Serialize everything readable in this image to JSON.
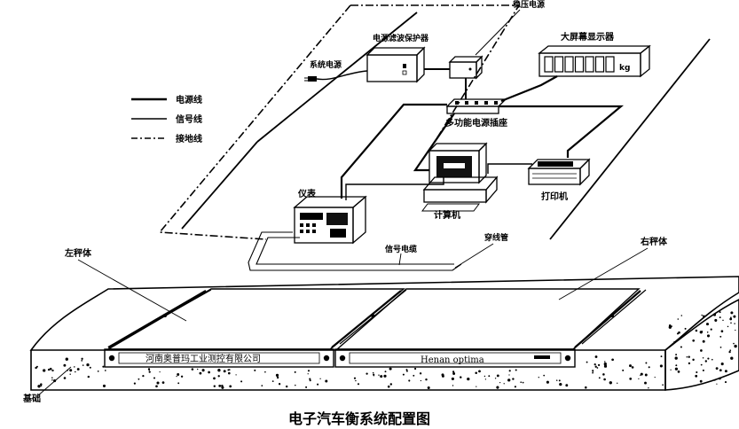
{
  "legend": {
    "power_line": "电源线",
    "signal_line": "信号线",
    "ground_line": "接地线"
  },
  "labels": {
    "system_power": "系统电源",
    "surge_protector": "电源滤波保护器",
    "voltage_regulator": "稳压电源",
    "big_display": "大屏幕显示器",
    "display_unit": "kg",
    "multi_socket": "多功能电源插座",
    "indicator": "仪表",
    "computer": "计算机",
    "printer": "打印机",
    "signal_cable": "信号电缆",
    "conduit": "穿线管",
    "left_platform": "左秤体",
    "right_platform": "右秤体",
    "foundation": "基础"
  },
  "plates": {
    "left": "河南奥普玛工业测控有限公司",
    "right": "Henan optima"
  },
  "caption": "电子汽车衡系统配置图",
  "colors": {
    "line": "#000000",
    "background": "#ffffff",
    "plate": "#f2f2f2"
  }
}
